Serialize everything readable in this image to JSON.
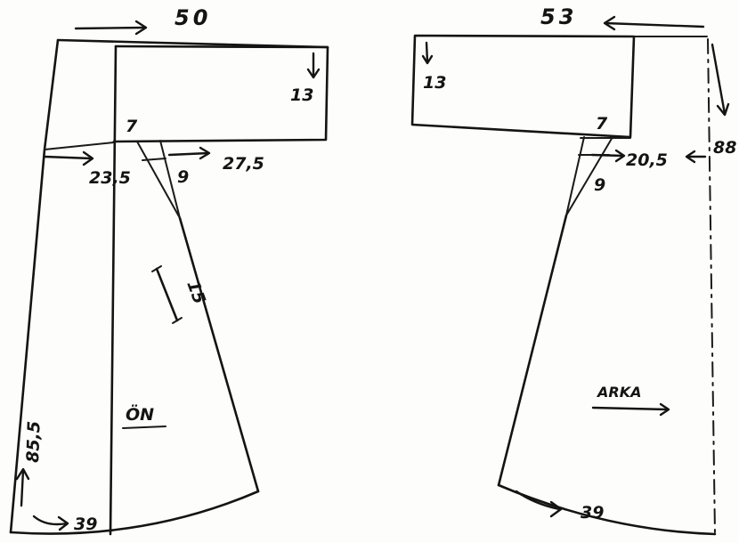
{
  "front_piece": {
    "name_label": "ÖN",
    "top_width": "50",
    "sleeve_depth": "13",
    "dart_top": "7",
    "dart_side": "9",
    "shoulder_to_dart": "23,5",
    "dart_to_side": "27,5",
    "dart_length": "15",
    "side_length": "85,5",
    "hem_width": "39"
  },
  "back_piece": {
    "name_label": "ARKA",
    "top_width": "53",
    "sleeve_depth": "13",
    "dart_top": "7",
    "dart_side": "9",
    "dart_to_fold": "20,5",
    "length": "88",
    "hem_width": "39"
  },
  "colors": {
    "ink": "#141414",
    "paper": "#fdfdfb"
  }
}
